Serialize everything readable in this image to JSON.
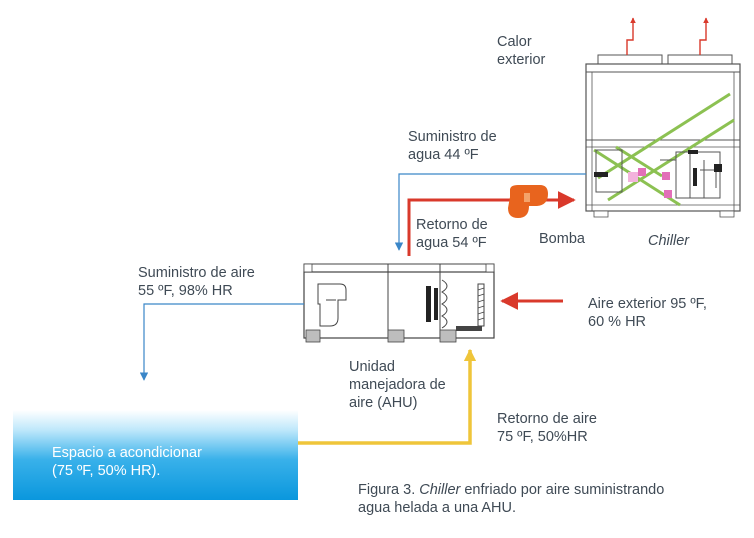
{
  "labels": {
    "calor_exterior": [
      "Calor",
      "exterior"
    ],
    "suministro_agua": [
      "Suministro de",
      "agua 44 ºF"
    ],
    "retorno_agua": [
      "Retorno de",
      "agua 54 ºF"
    ],
    "bomba": "Bomba",
    "chiller": "Chiller",
    "suministro_aire": [
      "Suministro de aire",
      "55 ºF, 98% HR"
    ],
    "aire_exterior": [
      "Aire exterior 95 ºF,",
      "60 % HR"
    ],
    "ahu": [
      "Unidad",
      "manejadora de",
      "aire (AHU)"
    ],
    "retorno_aire": [
      "Retorno de aire",
      "75 ºF, 50%HR"
    ],
    "espacio": [
      "Espacio a acondicionar",
      "(75 ºF, 50% HR)."
    ]
  },
  "caption": {
    "prefix": "Figura 3. ",
    "italic": "Chiller",
    "rest_line1": " enfriado por aire suministrando",
    "line2": "agua helada a una AHU."
  },
  "colors": {
    "supply_water": "#3a86c8",
    "return_water": "#d9392b",
    "outside_air": "#d9392b",
    "return_air": "#efc53a",
    "supply_air": "#3a86c8",
    "pump": "#e8641e",
    "chiller_frame": "#6b6b6b",
    "coil_green": "#8cc152"
  }
}
